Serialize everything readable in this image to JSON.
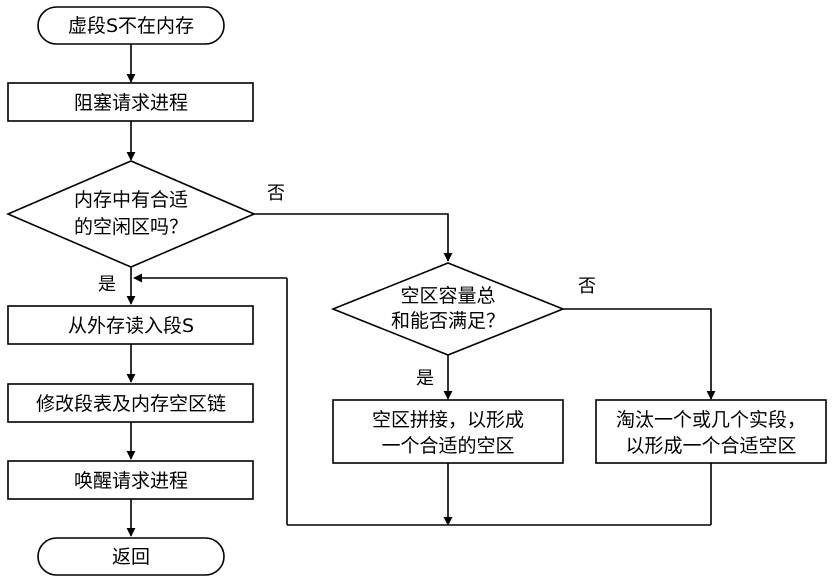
{
  "flowchart": {
    "start": "虚段S不在内存",
    "block_request": "阻塞请求进程",
    "decision_fit": {
      "line1": "内存中有合适",
      "line2": "的空闲区吗？"
    },
    "decision_total": {
      "line1": "空区容量总",
      "line2": "和能否满足？"
    },
    "compact": {
      "line1": "空区拼接，以形成",
      "line2": "一个合适的空区"
    },
    "evict": {
      "line1": "淘汰一个或几个实段，",
      "line2": "以形成一个合适空区"
    },
    "read_in": "从外存读入段S",
    "update_table": "修改段表及内存空区链",
    "wake": "唤醒请求进程",
    "end": "返回",
    "labels": {
      "yes_1": "是",
      "no_1": "否",
      "yes_2": "是",
      "no_2": "否"
    }
  }
}
